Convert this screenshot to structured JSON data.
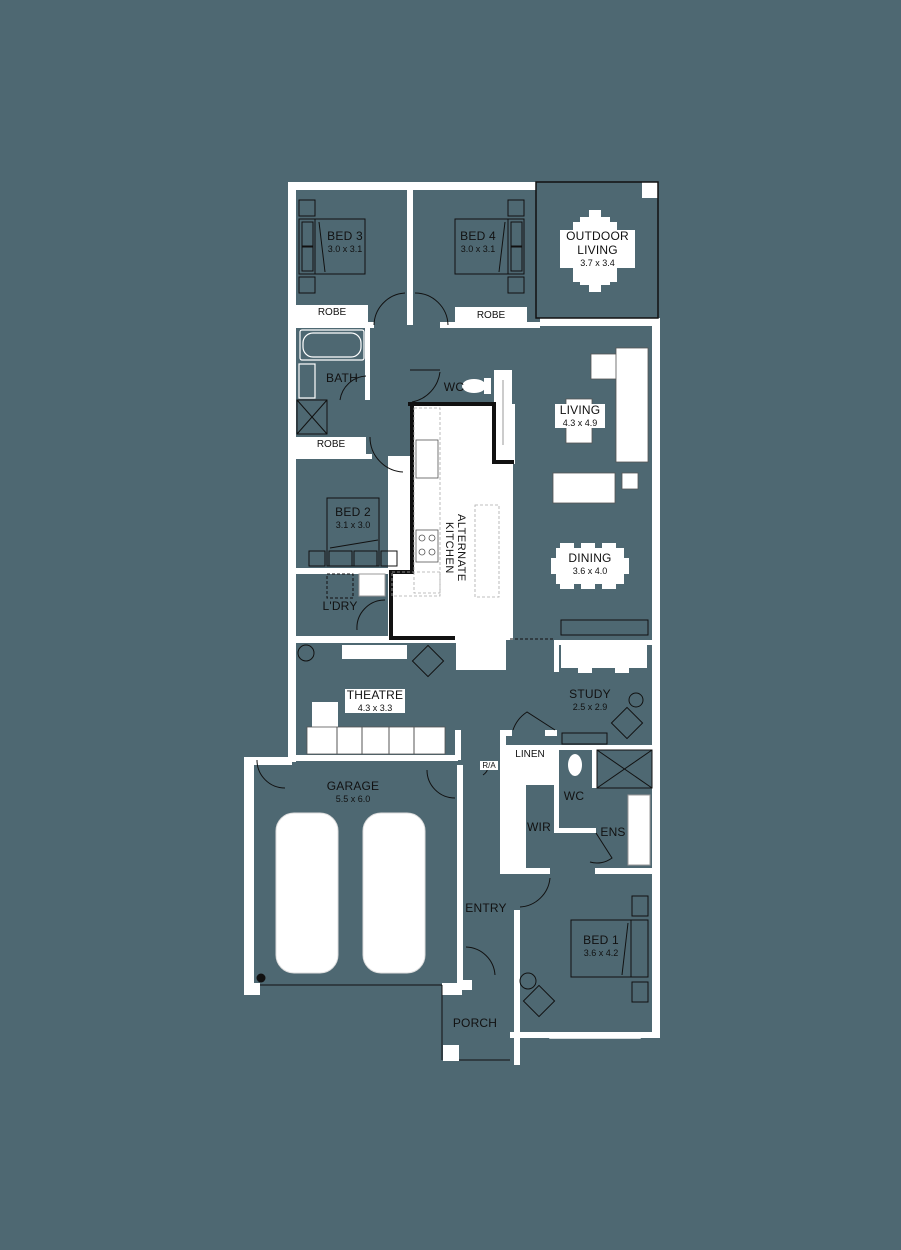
{
  "plan": {
    "background_color": "#4e6872",
    "wall_color": "#ffffff",
    "line_color": "#111111"
  },
  "rooms": {
    "bed3": {
      "name": "BED 3",
      "dims": "3.0 x 3.1"
    },
    "bed4": {
      "name": "BED 4",
      "dims": "3.0 x 3.1"
    },
    "outdoor": {
      "name_line1": "OUTDOOR",
      "name_line2": "LIVING",
      "dims": "3.7 x 3.4"
    },
    "robe_bed3": {
      "name": "ROBE"
    },
    "robe_bed4": {
      "name": "ROBE"
    },
    "bath": {
      "name": "BATH"
    },
    "robe_bed2": {
      "name": "ROBE"
    },
    "wc_upper": {
      "name": "WC"
    },
    "living": {
      "name": "LIVING",
      "dims": "4.3 x 4.9"
    },
    "bed2": {
      "name": "BED 2",
      "dims": "3.1 x 3.0"
    },
    "kitchen": {
      "name": "ALTERNATE KITCHEN"
    },
    "dining": {
      "name": "DINING",
      "dims": "3.6 x 4.0"
    },
    "laundry": {
      "name": "L'DRY"
    },
    "theatre": {
      "name": "THEATRE",
      "dims": "4.3 x 3.3"
    },
    "study": {
      "name": "STUDY",
      "dims": "2.5 x 2.9"
    },
    "linen": {
      "name": "LINEN"
    },
    "ra": {
      "name": "R/A"
    },
    "wc_ens": {
      "name": "WC"
    },
    "wir": {
      "name": "WIR"
    },
    "ens": {
      "name": "ENS"
    },
    "garage": {
      "name": "GARAGE",
      "dims": "5.5 x 6.0"
    },
    "entry": {
      "name": "ENTRY"
    },
    "bed1": {
      "name": "BED 1",
      "dims": "3.6 x 4.2"
    },
    "porch": {
      "name": "PORCH"
    }
  }
}
